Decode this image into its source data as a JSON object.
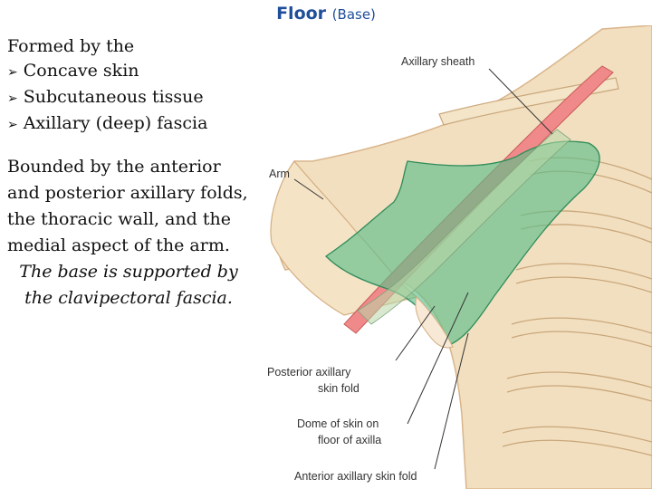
{
  "title": {
    "main": "Floor ",
    "paren": "(Base)"
  },
  "intro": "Formed by the",
  "bullets": [
    "Concave skin",
    "Subcutaneous tissue",
    "Axillary (deep) fascia"
  ],
  "bounded_text": "Bounded by the anterior and posterior axillary folds, the thoracic wall, and the medial aspect of the arm.",
  "support_text": "The base is supported by the clavipectoral fascia.",
  "figure": {
    "labels": {
      "axillary_sheath": "Axillary sheath",
      "arm": "Arm",
      "posterior_fold_1": "Posterior axillary",
      "posterior_fold_2": "skin fold",
      "dome_1": "Dome of skin on",
      "dome_2": "floor of axilla",
      "anterior_fold": "Anterior axillary skin fold"
    },
    "colors": {
      "skin": "#f2dfc0",
      "bone": "#f4e4c8",
      "bone_outline": "#c9a77a",
      "fascia": "#5fbf8a",
      "artery": "#f08a8a"
    }
  }
}
